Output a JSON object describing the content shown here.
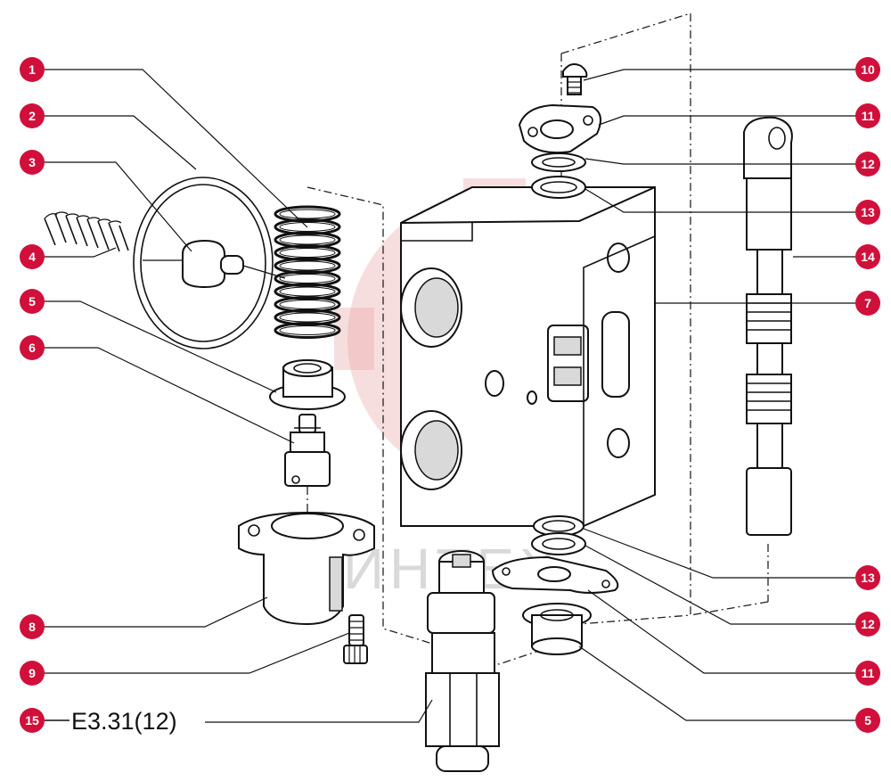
{
  "callouts": [
    {
      "id": "c1",
      "label": "1"
    },
    {
      "id": "c2",
      "label": "2"
    },
    {
      "id": "c3",
      "label": "3"
    },
    {
      "id": "c4",
      "label": "4"
    },
    {
      "id": "c5a",
      "label": "5"
    },
    {
      "id": "c6",
      "label": "6"
    },
    {
      "id": "c8",
      "label": "8"
    },
    {
      "id": "c9",
      "label": "9"
    },
    {
      "id": "c15",
      "label": "15"
    },
    {
      "id": "c10",
      "label": "10"
    },
    {
      "id": "c11a",
      "label": "11"
    },
    {
      "id": "c12a",
      "label": "12"
    },
    {
      "id": "c13a",
      "label": "13"
    },
    {
      "id": "c14",
      "label": "14"
    },
    {
      "id": "c7",
      "label": "7"
    },
    {
      "id": "c13b",
      "label": "13"
    },
    {
      "id": "c12b",
      "label": "12"
    },
    {
      "id": "c11b",
      "label": "11"
    },
    {
      "id": "c5b",
      "label": "5"
    }
  ],
  "part_code": "E3.31(12)",
  "watermark": "ИНТЕХ",
  "colors": {
    "badge": "#d0103a",
    "lines": "#111111",
    "watermark": "#e8a0a0"
  }
}
